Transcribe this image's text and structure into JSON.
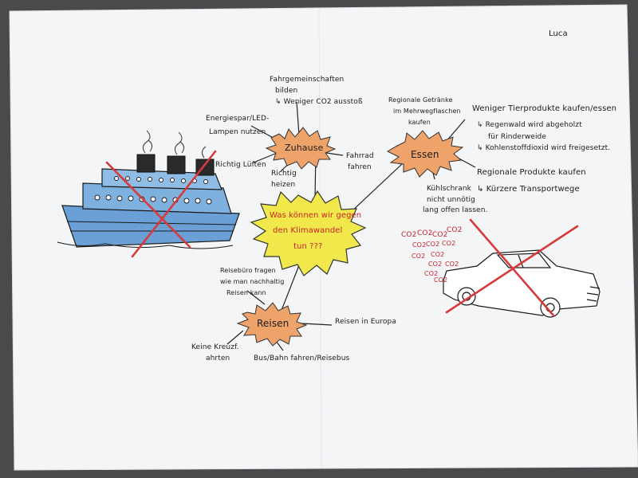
{
  "author": "Luca",
  "center": {
    "line1": "Was können wir gegen",
    "line2": "den Klimawandel",
    "line3": "tun ???"
  },
  "topics": {
    "zuhause": "Zuhause",
    "essen": "Essen",
    "reisen": "Reisen"
  },
  "zuhause": {
    "fahrgemeinschaften_1": "Fahrgemeinschaften",
    "fahrgemeinschaften_2": "bilden",
    "fahrgemeinschaften_3": "↳ Weniger CO2 ausstoß",
    "energiespar_1": "Energiespar/LED-",
    "energiespar_2": "Lampen nutzen",
    "lueften": "Richtig Lüften",
    "heizen_1": "Richtig",
    "heizen_2": "heizen",
    "fahrrad_1": "Fahrrad",
    "fahrrad_2": "fahren"
  },
  "essen": {
    "getraenke_1": "Regionale Getränke",
    "getraenke_2": "im Mehrwegflaschen",
    "getraenke_3": "kaufen",
    "tierprodukte_1": "Weniger Tierprodukte kaufen/essen",
    "tierprodukte_2": "↳ Regenwald wird abgeholzt",
    "tierprodukte_3": "für Rinderweide",
    "tierprodukte_4": "↳ Kohlenstoffdioxid wird freigesetzt.",
    "produkte_1": "Regionale Produkte kaufen",
    "produkte_2": "↳ Kürzere Transportwege",
    "kuehlschrank_1": "Kühlschrank",
    "kuehlschrank_2": "nicht unnötig",
    "kuehlschrank_3": "lang offen lassen."
  },
  "reisen": {
    "reisebuero_1": "Reisebüro fragen",
    "reisebuero_2": "wie man nachhaltig",
    "reisebuero_3": "Reisen kann",
    "europa": "Reisen in Europa",
    "kreuzfahrten_1": "Keine Kreuzf.",
    "kreuzfahrten_2": "ahrten",
    "bus": "Bus/Bahn fahren/Reisebus"
  },
  "co2_label": "CO2",
  "colors": {
    "background": "#4a4a4c",
    "paper": "#f4f5f7",
    "ink": "#1c1c1c",
    "cross_red": "#d63a3a",
    "sun_yellow": "#f1e94c",
    "topic_orange": "#eea36a",
    "ship_blue": "#6aa0d6"
  }
}
